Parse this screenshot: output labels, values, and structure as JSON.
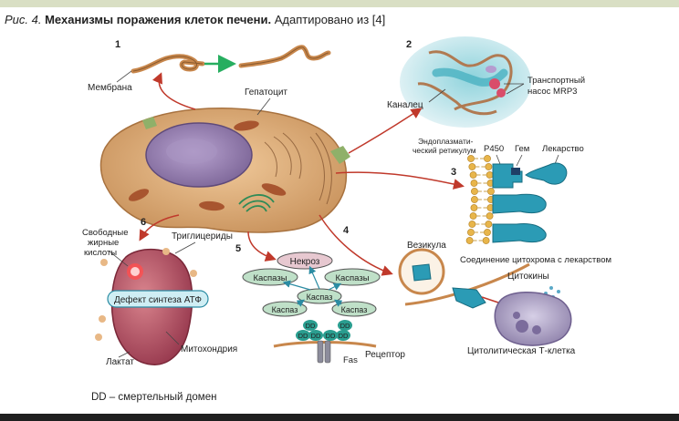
{
  "caption": {
    "fig_label": "Рис. 4.",
    "title": "Механизмы поражения клеток печени.",
    "source": "Адаптировано из [4]"
  },
  "panels": {
    "p1": {
      "number": "1",
      "membrane": "Мембрана"
    },
    "p2": {
      "number": "2",
      "canaliculus": "Каналец",
      "transporter_line1": "Транспортный",
      "transporter_line2": "насос MRP3"
    },
    "p3": {
      "number": "3",
      "er_line1": "Эндоплазмати-",
      "er_line2": "ческий ретикулум",
      "p450": "P450",
      "heme": "Гем",
      "drug": "Лекарство",
      "complex": "Соединение цитохрома с лекарством"
    },
    "p4": {
      "number": "4",
      "vesicle": "Везикула",
      "cytokines": "Цитокины",
      "tcell": "Цитолитическая Т-клетка"
    },
    "p5": {
      "number": "5",
      "necrosis": "Некроз",
      "caspases_left": "Каспазы",
      "caspases_right": "Каспазы",
      "caspase_center": "Каспаз",
      "caspase_left_small": "Каспаз",
      "caspase_right_small": "Каспаз",
      "dd": "DD",
      "fas": "Fas",
      "receptor": "Рецептор"
    },
    "p6": {
      "number": "6",
      "ffa_line1": "Свободные",
      "ffa_line2": "жирные",
      "ffa_line3": "кислоты",
      "triglycerides": "Триглицериды",
      "atp_defect": "Дефект синтеза АТФ",
      "mitochondrion": "Митохондрия",
      "lactate": "Лактат"
    }
  },
  "hepatocyte": "Гепатоцит",
  "footnote": "DD – смертельный домен",
  "colors": {
    "cell": "#d4a373",
    "nucleus": "#9b86b5",
    "arrow_red": "#c0392b",
    "arrow_green": "#27ae60",
    "teal": "#2b8ca3",
    "mito": "#b04e5d",
    "caspase": "#bfe0c8"
  }
}
